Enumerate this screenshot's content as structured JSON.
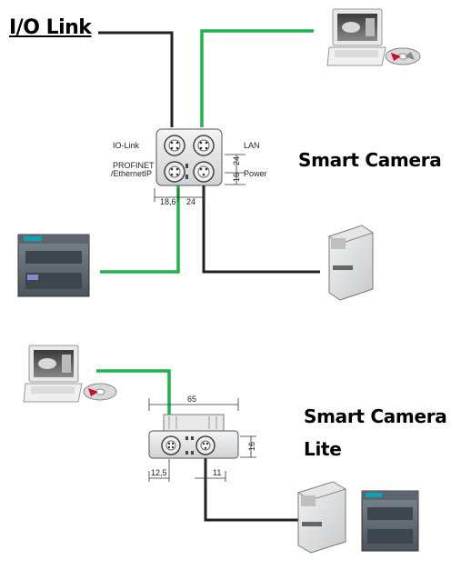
{
  "header": {
    "title": "I/O Link"
  },
  "camera1": {
    "title": "Smart Camera",
    "port_labels": {
      "io_link": "IO-Link",
      "profinet_1": "PROFINET",
      "profinet_2": "/EthernetIP",
      "lan": "LAN",
      "power": "Power"
    },
    "dims": {
      "width_left": "18,6",
      "width_right": "24",
      "height_top": "24",
      "height_bottom": "16"
    }
  },
  "camera2": {
    "title_line1": "Smart Camera",
    "title_line2": "Lite",
    "dims": {
      "total_width": "65",
      "left_offset": "12,5",
      "spacing": "11",
      "height": "16"
    }
  },
  "colors": {
    "network_cable": "#1db34d",
    "power_cable": "#222222",
    "io_link_cable": "#222222"
  }
}
